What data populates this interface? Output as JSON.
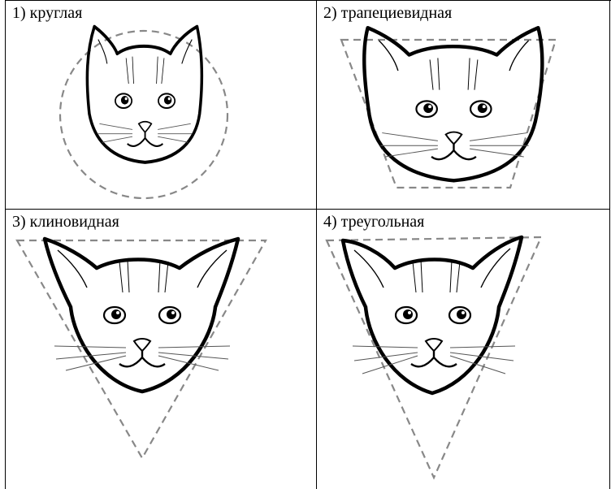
{
  "panels": [
    {
      "label": "1) круглая",
      "shape": "circle"
    },
    {
      "label": "2) трапециевидная",
      "shape": "trapezoid"
    },
    {
      "label": "3) клиновидная",
      "shape": "wedge"
    },
    {
      "label": "4) треугольная",
      "shape": "triangle"
    }
  ],
  "colors": {
    "outline": "#000000",
    "guide": "#888888",
    "whisker": "#555555",
    "grid": "#000000"
  }
}
